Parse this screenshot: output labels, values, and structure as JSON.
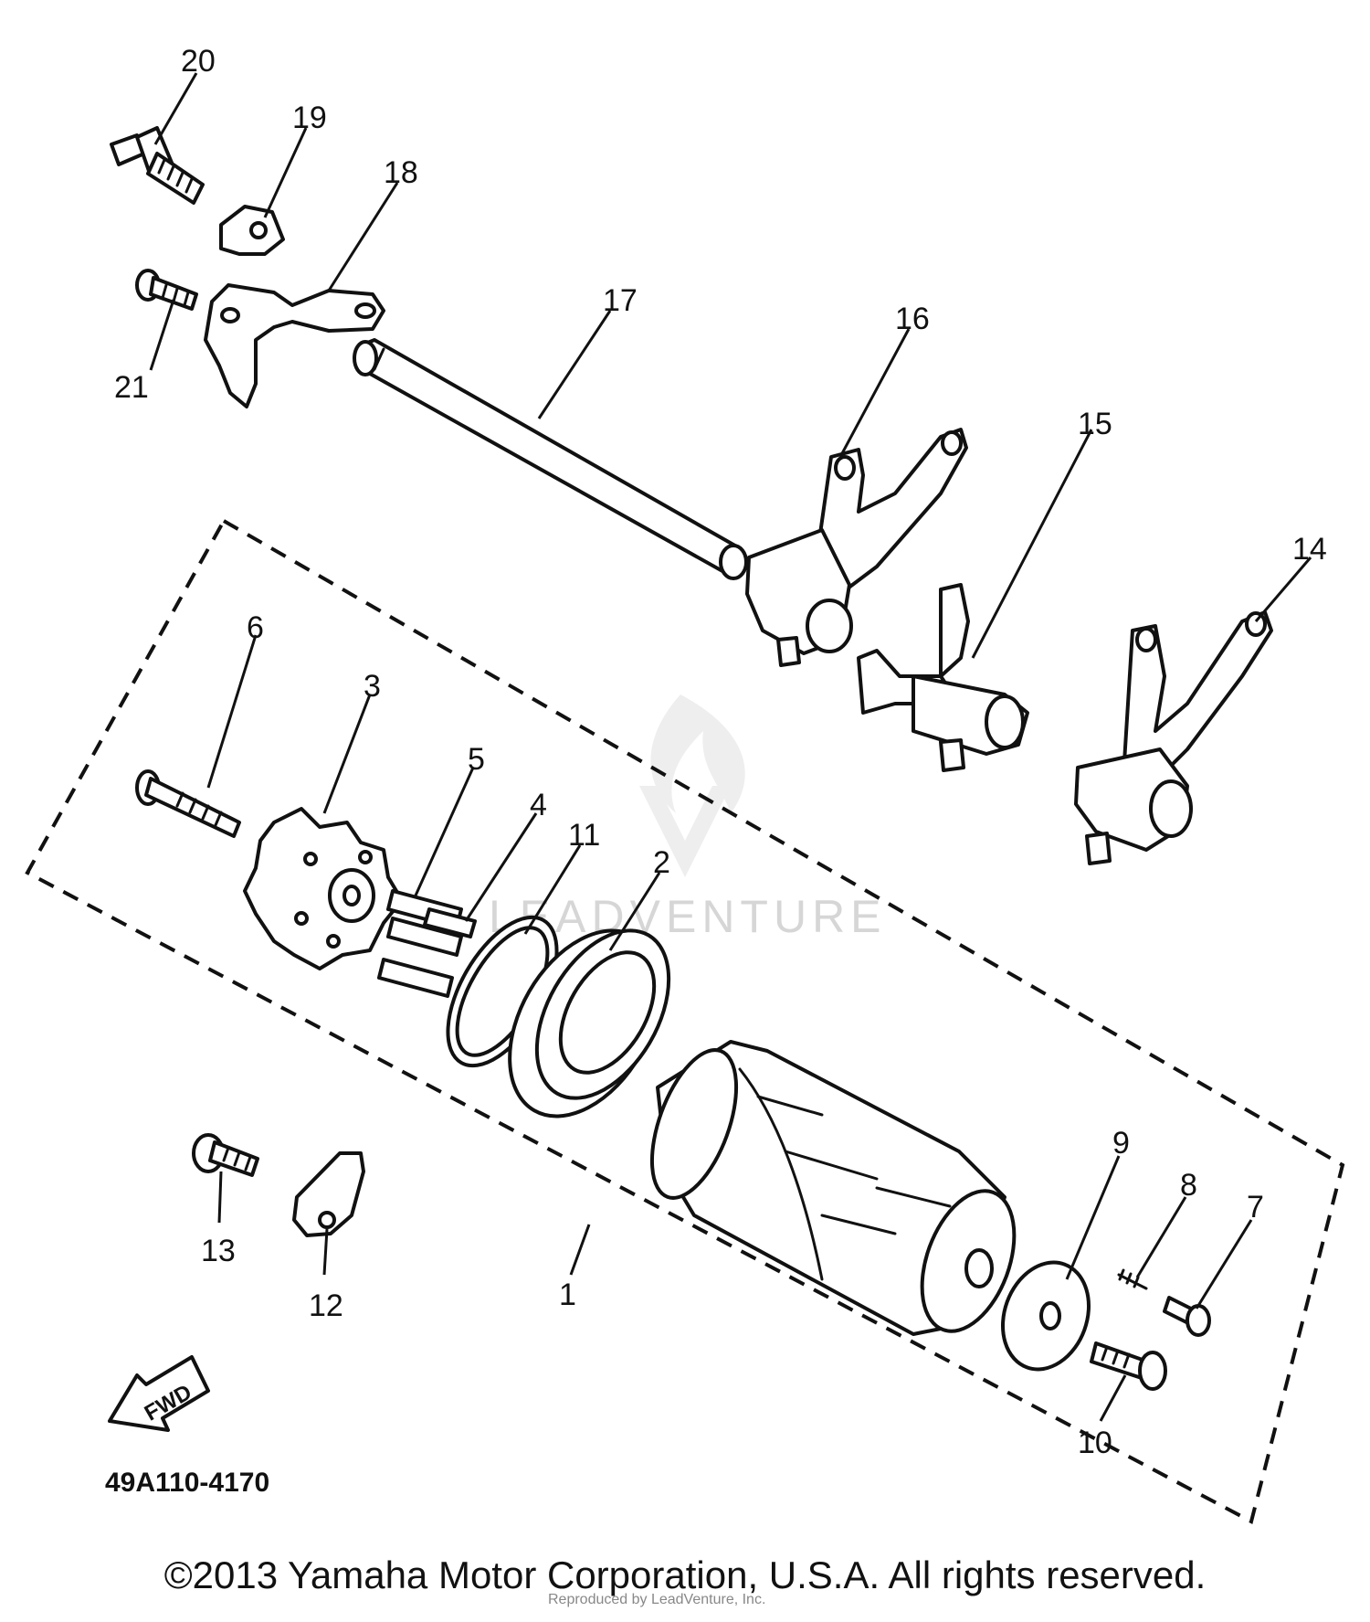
{
  "diagram": {
    "part_numbers": [
      "1",
      "2",
      "3",
      "4",
      "5",
      "6",
      "7",
      "8",
      "9",
      "10",
      "11",
      "12",
      "13",
      "14",
      "15",
      "16",
      "17",
      "18",
      "19",
      "20",
      "21"
    ],
    "drawing_code": "49A110-4170",
    "fwd_label": "FWD",
    "watermark": "LEADVENTURE"
  },
  "footer": {
    "copyright": "©2013 Yamaha Motor Corporation, U.S.A. All rights reserved.",
    "credit": "Reproduced by LeadVenture, Inc."
  }
}
